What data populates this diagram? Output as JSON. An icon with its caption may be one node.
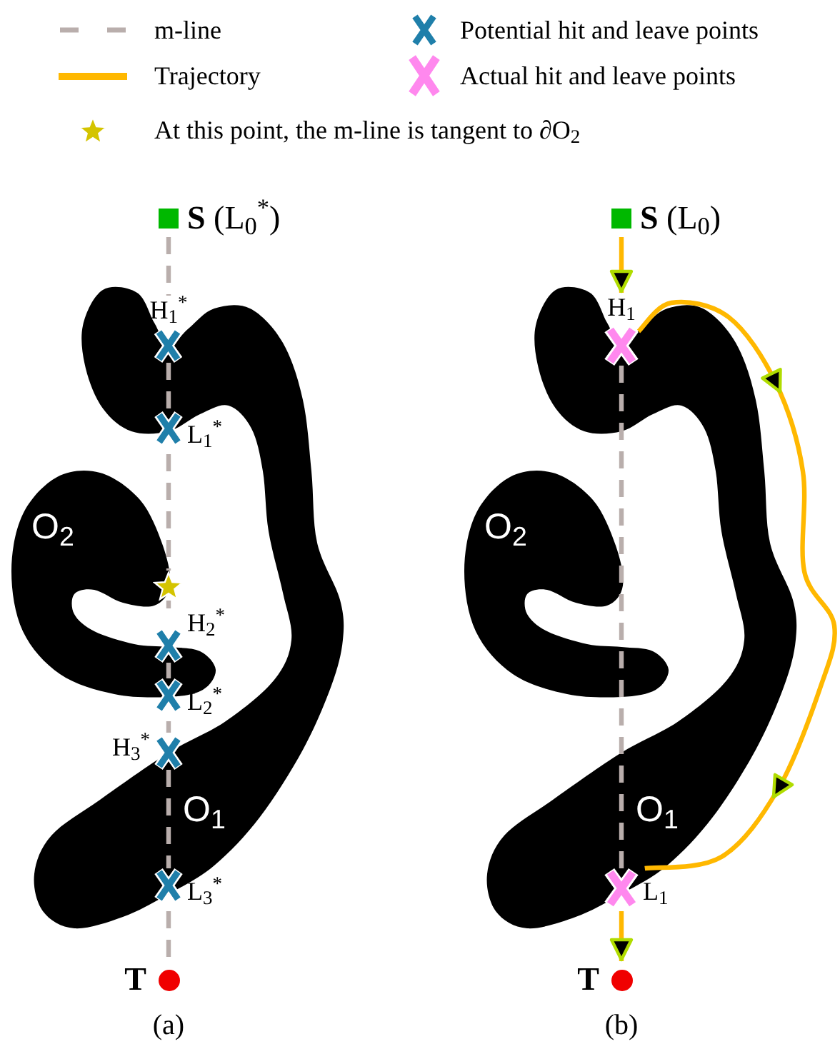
{
  "diagram": {
    "nodes": [
      {
        "text": [
          "**S** (L$_{0}$$^{*}$)"
        ]
      },
      {
        "text": [
          "O$_{1}$"
        ]
      },
      {
        "text": [
          "O$_{2}$"
        ]
      },
      {
        "text": [
          "H$_{1}$$^{*}$"
        ]
      },
      {
        "text": [
          "L$_{1}$$^{*}$"
        ]
      },
      {
        "text": [],
        "shape": "star"
      },
      {
        "text": [
          "H$_{2}$$^{*}$"
        ]
      },
      {
        "text": [
          "L$_{2}$$^{*}$"
        ]
      },
      {
        "text": [
          "H$_{3}$$^{*}$"
        ]
      },
      {
        "text": [
          "L$_{3}$$^{*}$"
        ]
      },
      {
        "text": [
          "T"
        ]
      },
      {
        "text": [
          "**S** (L$_{0}$)"
        ]
      },
      {
        "text": [
          "O$_{1}$"
        ]
      },
      {
        "text": [
          "O$_{2}$"
        ]
      },
      {
        "text": [
          "H$_{1}$"
        ]
      },
      {
        "text": [
          "L$_{1}$"
        ]
      },
      {
        "text": [
          "T"
        ]
      }
    ],
    "edges": [
      {
        "from": 0,
        "to": 3,
        "arrow": "none",
        "style": "dashed"
      },
      {
        "from": 3,
        "to": 4,
        "arrow": "none",
        "style": "dashed"
      },
      {
        "from": 4,
        "to": 5,
        "arrow": "none",
        "style": "dashed"
      },
      {
        "from": 5,
        "to": 6,
        "arrow": "none",
        "style": "dashed"
      },
      {
        "from": 6,
        "to": 7,
        "arrow": "none",
        "style": "dashed"
      },
      {
        "from": 7,
        "to": 8,
        "arrow": "none",
        "style": "dashed"
      },
      {
        "from": 8,
        "to": 9,
        "arrow": "none",
        "style": "dashed"
      },
      {
        "from": 9,
        "to": 10,
        "arrow": "none",
        "style": "dashed"
      },
      {
        "from": 11,
        "to": 14,
        "arrow": "to",
        "color": "#ffb800"
      },
      {
        "from": 14,
        "to": 15,
        "arrow": "to",
        "color": "#ffb800"
      },
      {
        "from": 14,
        "to": 15,
        "arrow": "none",
        "style": "dashed"
      },
      {
        "from": 15,
        "to": 16,
        "arrow": "to",
        "color": "#ffb800"
      }
    ],
    "labels": [
      "(a)",
      "(b)"
    ],
    "legend": [
      {
        "text": "m-line"
      },
      {
        "text": "Potential hit and leave points"
      },
      {
        "text": "Trajectory"
      },
      {
        "text": "Actual hit and leave points"
      },
      {
        "text": "At this point, the m-line is tangent to ∂O$_{2}$"
      }
    ]
  }
}
